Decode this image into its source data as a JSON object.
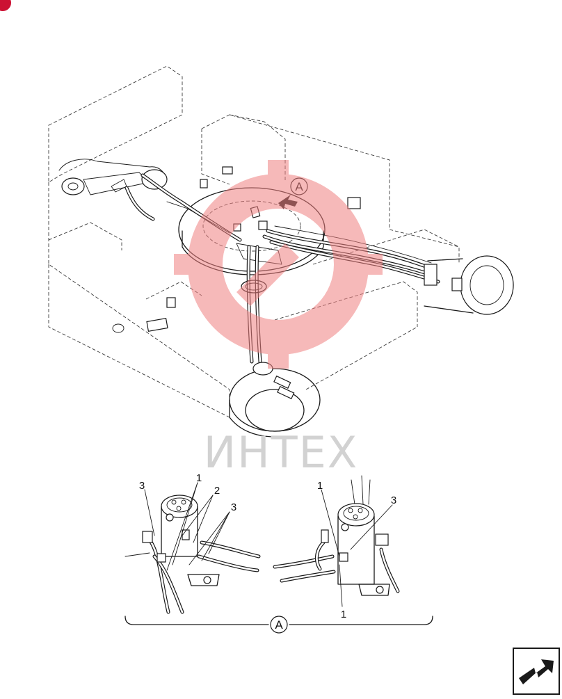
{
  "callouts": {
    "view_a_main": "A",
    "view_a_bracket": "A",
    "left_view": [
      "3",
      "1",
      "2",
      "3"
    ],
    "right_view": [
      "1",
      "3",
      "1"
    ]
  },
  "watermark": {
    "text": "ИНТЕХ"
  },
  "colors": {
    "line": "#1a1a1a",
    "watermark_gear": "#f08080",
    "watermark_text": "#d2d2d2",
    "corner_badge": "#cc1133"
  },
  "icons": {
    "corner_badge": "red-badge-icon",
    "navigation": "return-arrow-icon"
  }
}
